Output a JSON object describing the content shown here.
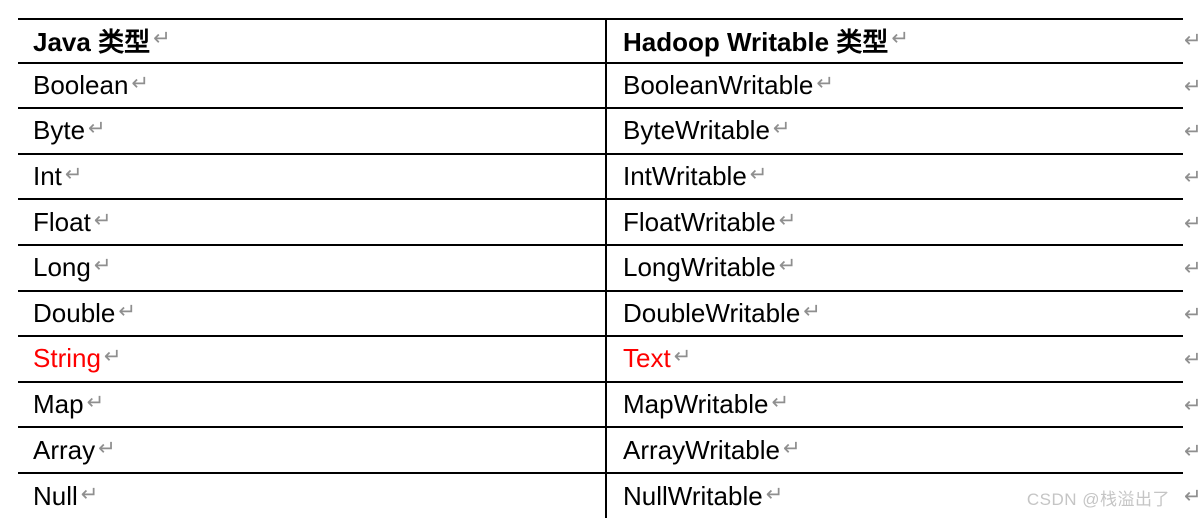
{
  "icons": {
    "return_mark": "↵"
  },
  "colors": {
    "border": "#000000",
    "text": "#000000",
    "highlight_red": "#fe0000",
    "paragraph_mark_gray": "#8f8f8f",
    "watermark_gray": "#c5c5c5",
    "background": "#ffffff"
  },
  "table": {
    "header": {
      "java": "Java 类型",
      "hadoop": "Hadoop Writable 类型"
    },
    "rows": [
      {
        "java": "Boolean",
        "hadoop": "BooleanWritable",
        "highlight": false
      },
      {
        "java": "Byte",
        "hadoop": "ByteWritable",
        "highlight": false
      },
      {
        "java": "Int",
        "hadoop": "IntWritable",
        "highlight": false
      },
      {
        "java": "Float",
        "hadoop": "FloatWritable",
        "highlight": false
      },
      {
        "java": "Long",
        "hadoop": "LongWritable",
        "highlight": false
      },
      {
        "java": "Double",
        "hadoop": "DoubleWritable",
        "highlight": false
      },
      {
        "java": "String",
        "hadoop": "Text",
        "highlight": true
      },
      {
        "java": "Map",
        "hadoop": "MapWritable",
        "highlight": false
      },
      {
        "java": "Array",
        "hadoop": "ArrayWritable",
        "highlight": false
      },
      {
        "java": "Null",
        "hadoop": "NullWritable",
        "highlight": false
      }
    ]
  },
  "watermark": {
    "text": "CSDN @栈溢出了"
  }
}
